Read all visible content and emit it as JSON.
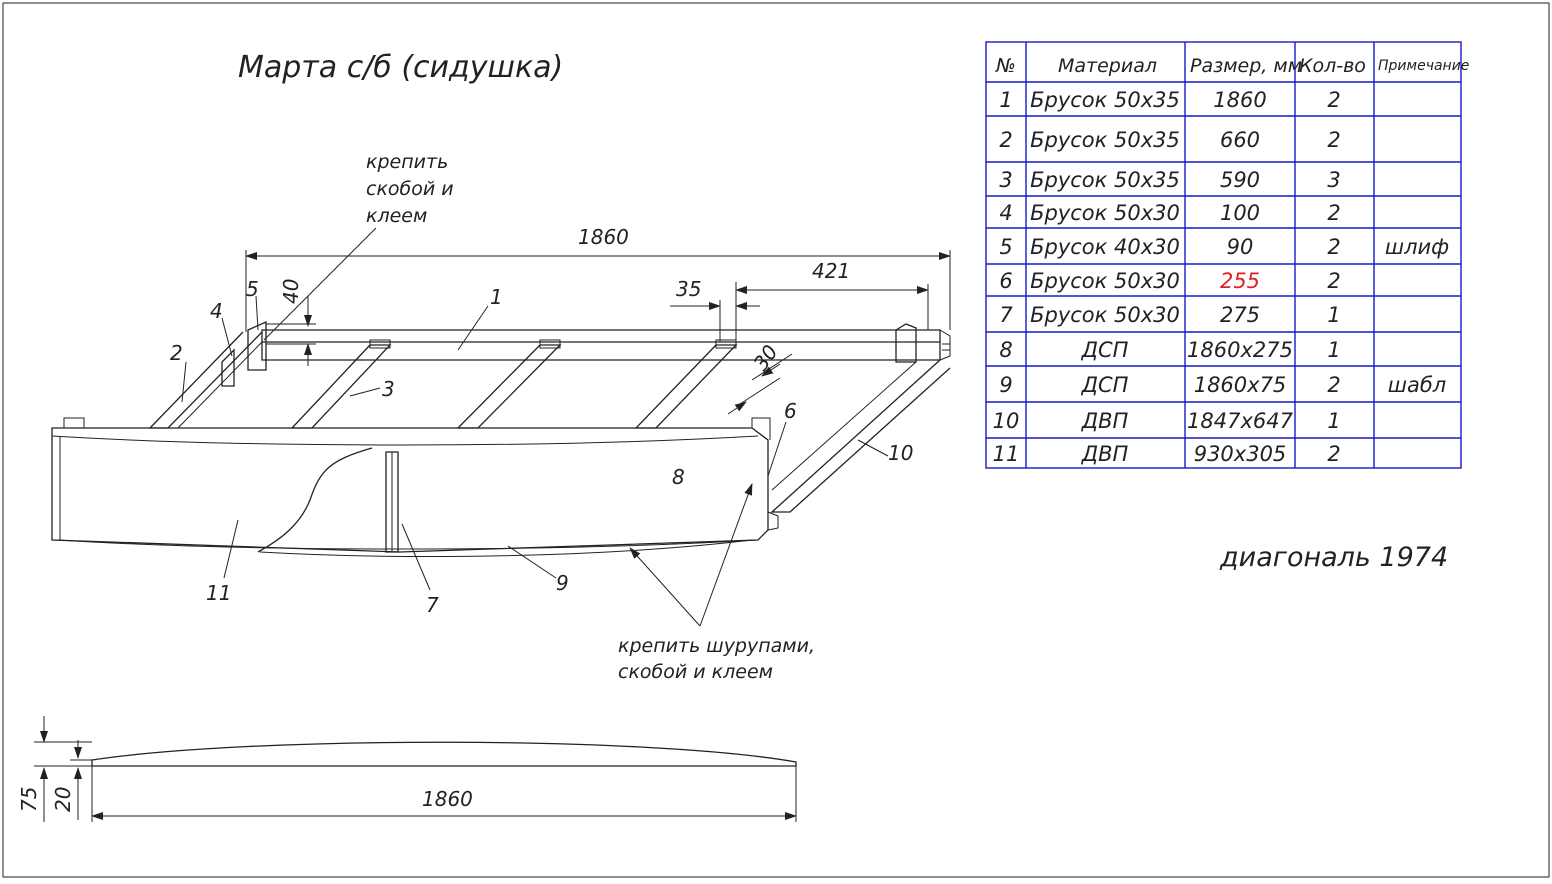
{
  "title": "Марта с/б (сидушка)",
  "diagonal_note": "диагональ 1974",
  "notes": {
    "top": [
      "крепить",
      "скобой и",
      "клеем"
    ],
    "bottom": [
      "крепить шурупами,",
      "скобой и клеем"
    ]
  },
  "dimensions": {
    "overall_length": "1860",
    "right_offset": "421",
    "gap_35": "35",
    "height_40": "40",
    "depth_30": "30",
    "profile_length": "1860",
    "profile_75": "75",
    "profile_20": "20"
  },
  "part_labels": [
    "1",
    "2",
    "3",
    "4",
    "5",
    "6",
    "7",
    "8",
    "9",
    "10",
    "11"
  ],
  "table": {
    "headers": [
      "№",
      "Материал",
      "Размер, мм",
      "Кол-во",
      "Примечание"
    ],
    "rows": [
      {
        "n": "1",
        "material": "Брусок 50х35",
        "size": "1860",
        "qty": "2",
        "note": ""
      },
      {
        "n": "2",
        "material": "Брусок 50х35",
        "size": "660",
        "qty": "2",
        "note": ""
      },
      {
        "n": "3",
        "material": "Брусок 50х35",
        "size": "590",
        "qty": "3",
        "note": ""
      },
      {
        "n": "4",
        "material": "Брусок 50х30",
        "size": "100",
        "qty": "2",
        "note": ""
      },
      {
        "n": "5",
        "material": "Брусок 40х30",
        "size": "90",
        "qty": "2",
        "note": "шлиф"
      },
      {
        "n": "6",
        "material": "Брусок 50х30",
        "size": "255",
        "qty": "2",
        "note": ""
      },
      {
        "n": "7",
        "material": "Брусок 50х30",
        "size": "275",
        "qty": "1",
        "note": ""
      },
      {
        "n": "8",
        "material": "ДСП",
        "size": "1860х275",
        "qty": "1",
        "note": ""
      },
      {
        "n": "9",
        "material": "ДСП",
        "size": "1860х75",
        "qty": "2",
        "note": "шабл"
      },
      {
        "n": "10",
        "material": "ДВП",
        "size": "1847х647",
        "qty": "1",
        "note": ""
      },
      {
        "n": "11",
        "material": "ДВП",
        "size": "930х305",
        "qty": "2",
        "note": ""
      }
    ],
    "highlight_color": "#e02020",
    "grid_color": "#1a1acc"
  }
}
